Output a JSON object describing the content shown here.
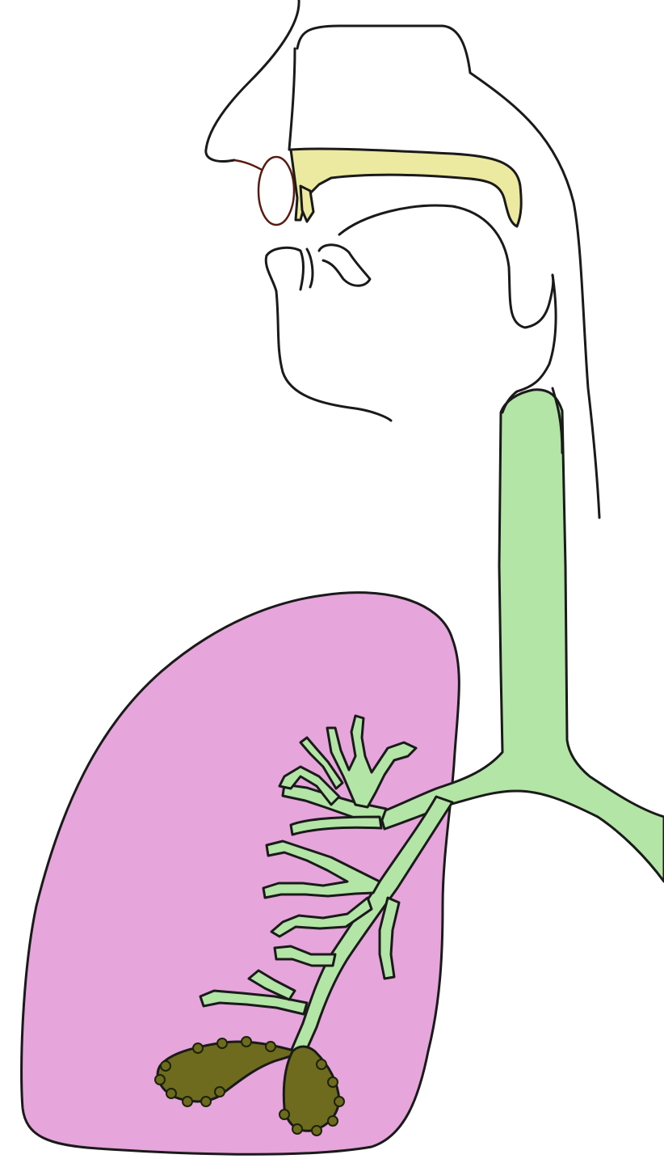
{
  "title": "",
  "labels": [],
  "colors": {
    "background": "#ffffff",
    "outline": "#1a1a1a",
    "lung": "#e6a6dc",
    "airway": "#b3e5a7",
    "nasal_passage": "#eceaa0",
    "alveoli": "#6e6b1e"
  },
  "parts": [
    "head-outline",
    "nasal-cavity",
    "lips",
    "mouth",
    "pharynx",
    "trachea",
    "left-lung",
    "bronchi",
    "bronchioles",
    "alveoli"
  ]
}
